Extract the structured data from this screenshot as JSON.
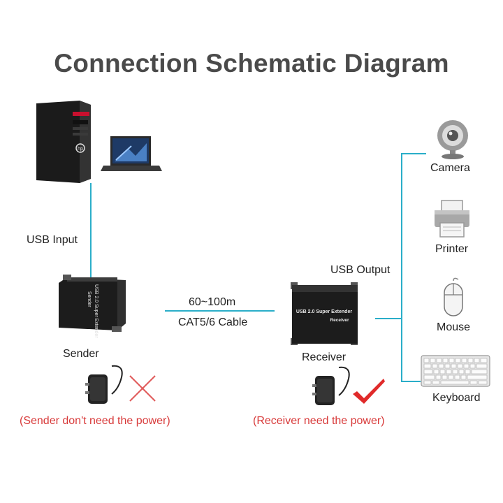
{
  "title": "Connection Schematic Diagram",
  "labels": {
    "usb_input": "USB Input",
    "sender": "Sender",
    "cable_length": "60~100m",
    "cable_type": "CAT5/6 Cable",
    "receiver": "Receiver",
    "usb_output": "USB Output"
  },
  "devices": {
    "camera": "Camera",
    "printer": "Printer",
    "mouse": "Mouse",
    "keyboard": "Keyboard"
  },
  "device_text": {
    "sender_box": "USB 2.0 Super Extender\nSender",
    "receiver_line1": "USB 2.0 Super Extender",
    "receiver_line2": "Receiver"
  },
  "notes": {
    "sender_power": "(Sender don't need the power)",
    "receiver_power": "(Receiver need the power)"
  },
  "colors": {
    "line": "#2aaec9",
    "note": "#d83a3a",
    "title": "#4a4a4a"
  },
  "icons": [
    "pc-tower-icon",
    "laptop-icon",
    "camera-icon",
    "printer-icon",
    "mouse-icon",
    "keyboard-icon",
    "power-adapter-icon",
    "cross-icon",
    "checkmark-icon"
  ]
}
